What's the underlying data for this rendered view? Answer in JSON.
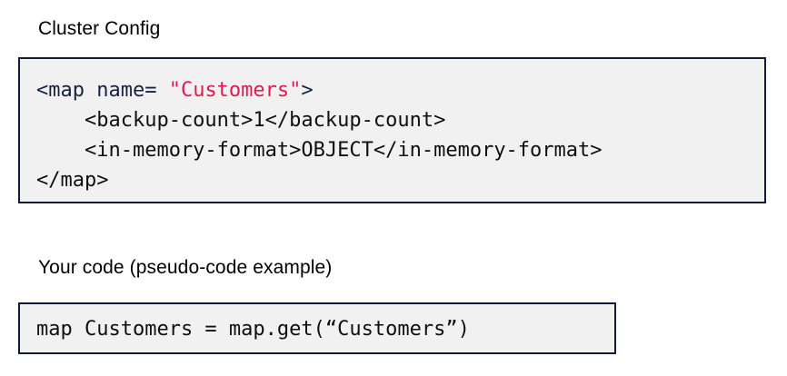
{
  "colors": {
    "page_background": "#ffffff",
    "code_background": "#f1f1f1",
    "code_border": "#101c36",
    "token_tag": "#16233f",
    "token_string": "#e01a4f",
    "token_plain": "#101010",
    "heading_text": "#000000"
  },
  "sections": {
    "cluster_config": {
      "heading": "Cluster Config",
      "code": {
        "line1": {
          "tag_open": "<map name= ",
          "string": "\"Customers\"",
          "tag_close": ">"
        },
        "line2": "    <backup-count>1</backup-count>",
        "line3": "    <in-memory-format>OBJECT</in-memory-format>",
        "line4": "</map>"
      }
    },
    "your_code": {
      "heading": "Your code (pseudo-code example)",
      "code": {
        "line1": "map Customers = map.get(“Customers”)"
      }
    }
  }
}
